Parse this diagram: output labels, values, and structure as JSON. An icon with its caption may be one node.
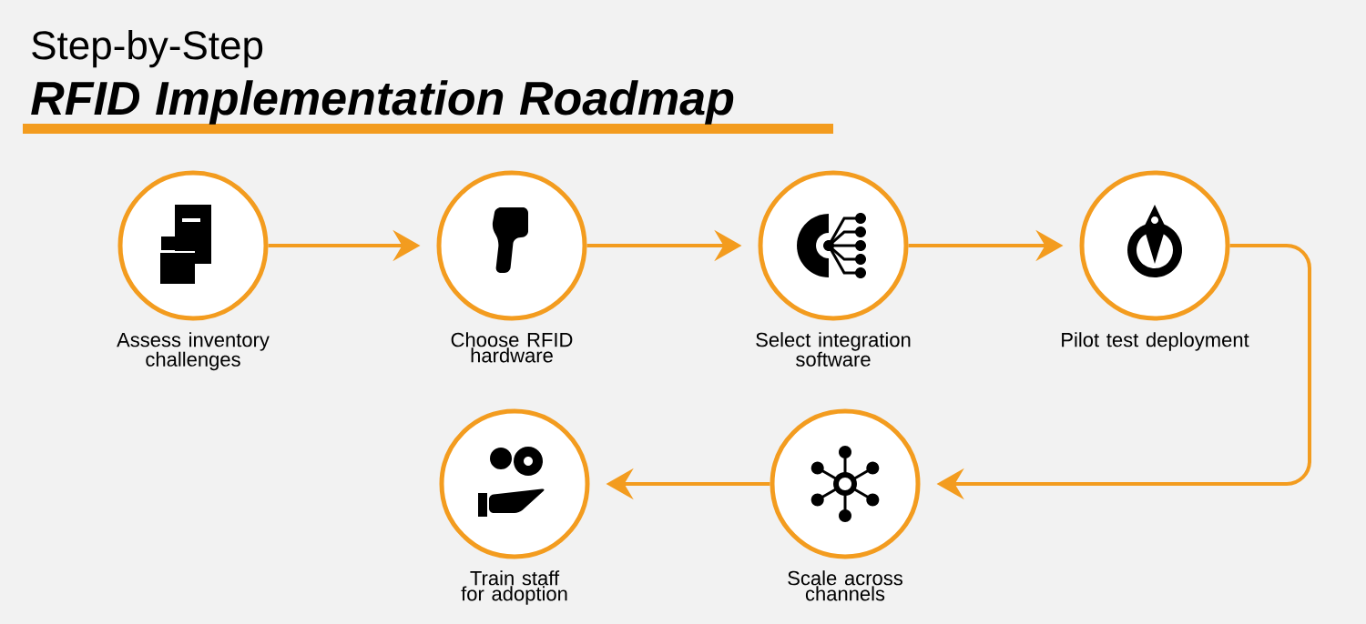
{
  "diagram": {
    "title": "Step-by-Step",
    "nodes": [
      {
        "text": [
          "Assess inventory challenges"
        ]
      },
      {
        "text": [
          "Choose RFID hardware"
        ]
      },
      {
        "text": [
          "Select integration software"
        ]
      },
      {
        "text": [
          "Pilot test deployment"
        ]
      },
      {
        "text": [
          "Scale across channels"
        ]
      },
      {
        "text": [
          "Train staff for adoption"
        ]
      }
    ],
    "edges": [
      {
        "from": 0,
        "to": 1,
        "arrow": "to"
      },
      {
        "from": 1,
        "to": 2,
        "arrow": "to"
      },
      {
        "from": 2,
        "to": 3,
        "arrow": "to"
      },
      {
        "from": 3,
        "to": 4,
        "arrow": "to"
      },
      {
        "from": 4,
        "to": 5,
        "arrow": "to"
      }
    ],
    "labels": [
      "RFID Implementation Roadmap"
    ]
  }
}
